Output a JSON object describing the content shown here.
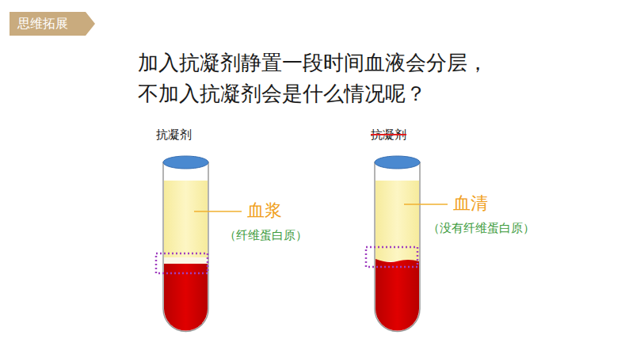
{
  "diagram": {
    "title": "加入抗凝剂静置一段时间血液会分层， 不加入抗凝剂会是什么情况呢？",
    "nodes": [
      {
        "text": [
          "思维拓展"
        ]
      }
    ],
    "labels": [
      "抗凝剂",
      "血浆",
      "（纤维蛋白原）",
      "抗凝剂",
      "血清",
      "（没有纤维蛋白原）"
    ]
  }
}
